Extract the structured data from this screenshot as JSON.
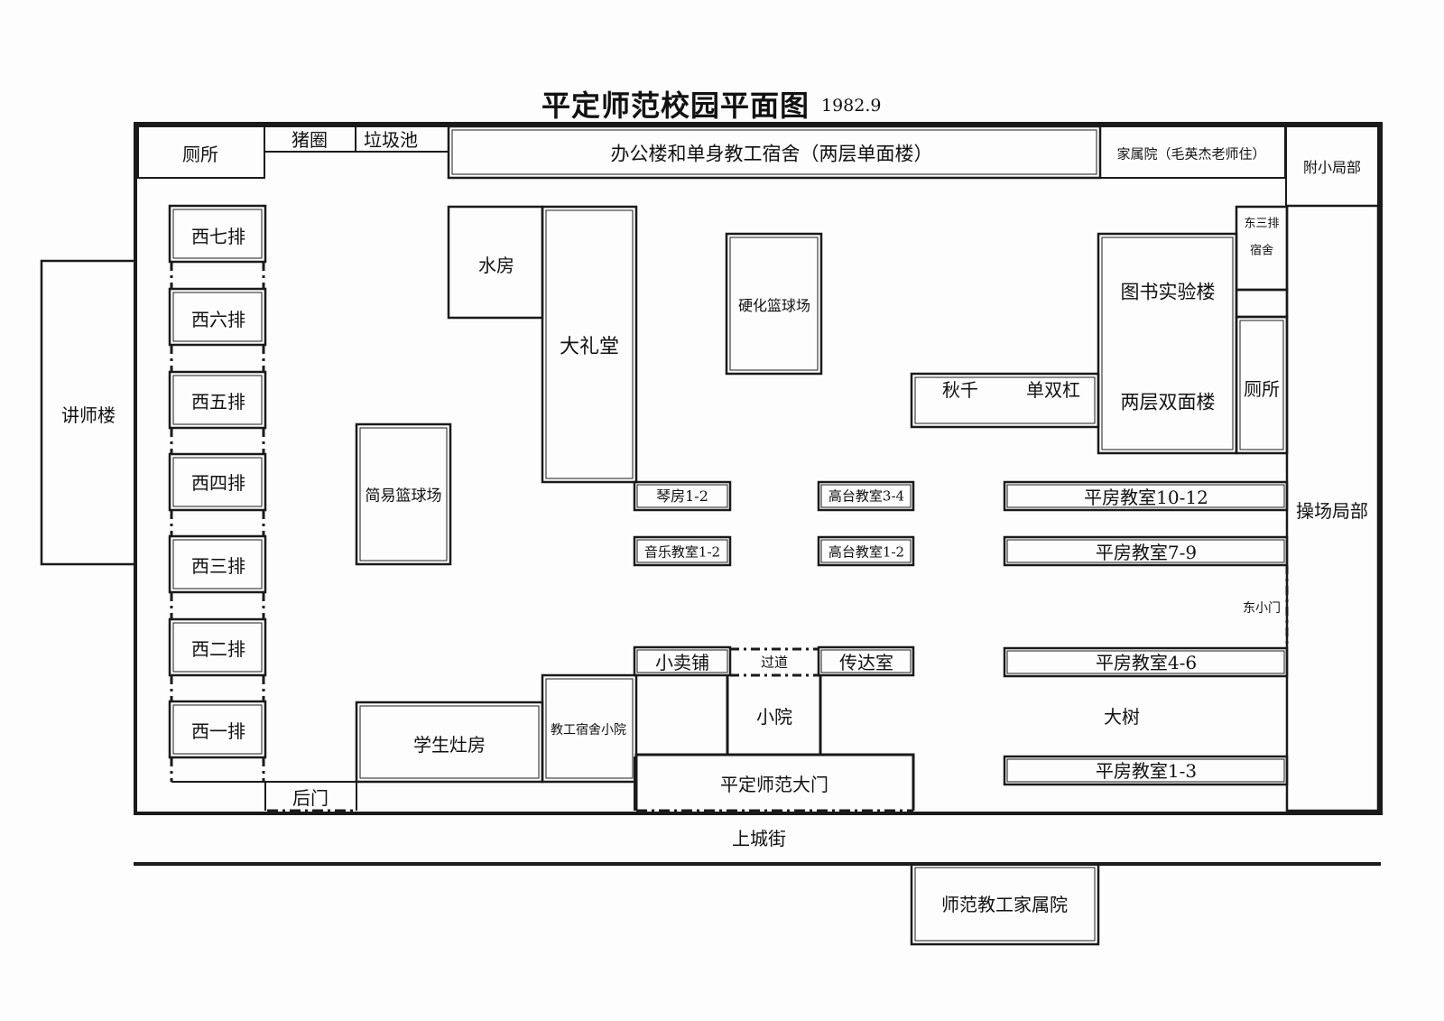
{
  "title": "平定师范校园平面图",
  "date": "1982.9",
  "labels": {
    "toilet_nw": "厕所",
    "pigsty": "猪圈",
    "garbage_pool": "垃圾池",
    "office_dorm": "办公楼和单身教工宿舍（两层单面楼）",
    "family_courtyard": "家属院（毛英杰老师住）",
    "affiliated_school": "附小局部",
    "lecturer_building": "讲师楼",
    "west_row_7": "西七排",
    "west_row_6": "西六排",
    "west_row_5": "西五排",
    "west_row_4": "西四排",
    "west_row_3": "西三排",
    "west_row_2": "西二排",
    "west_row_1": "西一排",
    "water_room": "水房",
    "auditorium": "大礼堂",
    "hard_court": "硬化篮球场",
    "simple_court": "简易篮球场",
    "east_row_3_dorm_a": "东三排",
    "east_row_3_dorm_b": "宿舍",
    "library_lab": "图书实验楼",
    "two_storey": "两层双面楼",
    "toilet_east": "厕所",
    "swing": "秋千",
    "bars": "单双杠",
    "piano_room": "琴房1-2",
    "high_class_34": "高台教室3-4",
    "music_class": "音乐教室1-2",
    "high_class_12": "高台教室1-2",
    "flat_class_1012": "平房教室10-12",
    "flat_class_79": "平房教室7-9",
    "playground": "操场局部",
    "east_gate": "东小门",
    "shop": "小卖铺",
    "passage": "过道",
    "reception": "传达室",
    "flat_class_46": "平房教室4-6",
    "small_yard": "小院",
    "big_tree": "大树",
    "student_kitchen": "学生灶房",
    "staff_dorm_yard": "教工宿舍小院",
    "main_gate": "平定师范大门",
    "flat_class_13": "平房教室1-3",
    "back_gate": "后门",
    "street": "上城街",
    "staff_family_housing": "师范教工家属院"
  }
}
